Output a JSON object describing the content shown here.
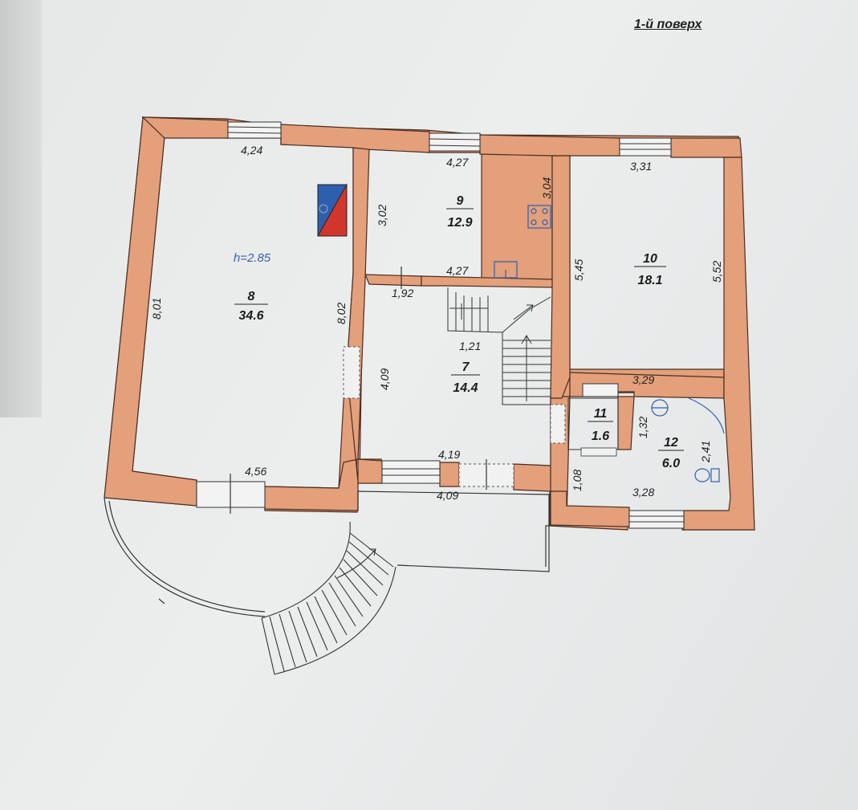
{
  "floor_title": "1-й поверх",
  "ceiling_height": "h=2.85",
  "rooms": [
    {
      "number": "8",
      "area": "34.6"
    },
    {
      "number": "9",
      "area": "12.9"
    },
    {
      "number": "10",
      "area": "18.1"
    },
    {
      "number": "7",
      "area": "14.4"
    },
    {
      "number": "11",
      "area": "1.6"
    },
    {
      "number": "12",
      "area": "6.0"
    }
  ],
  "dimensions": {
    "r8_top": "4,24",
    "r8_left": "8,01",
    "r8_right": "8,02",
    "r8_bottom": "4,56",
    "r9_top": "4,27",
    "r9_left": "3,02",
    "r9_right": "3,04",
    "r9_bottom": "4,27",
    "r10_top": "3,31",
    "r10_left": "5,45",
    "r10_right": "5,52",
    "r10_bottom": "3,29",
    "r7_top": "1,92",
    "r7_stair": "1,21",
    "r7_left": "4,09",
    "r7_bottom": "4,19",
    "porch": "4,09",
    "r11_right": "1,32",
    "r12_right": "2,41",
    "r12_left": "1,08",
    "r12_bottom": "3,28"
  },
  "colors": {
    "wall": "#e3a07a",
    "wall_edge": "#4a2d22",
    "line": "#333333",
    "label_blue": "#3a5fa8"
  },
  "icons": [
    "chimney-icon",
    "stove-icon",
    "sink-icon",
    "washbasin-icon",
    "toilet-icon",
    "shower-icon",
    "stair-arrow-icon"
  ]
}
